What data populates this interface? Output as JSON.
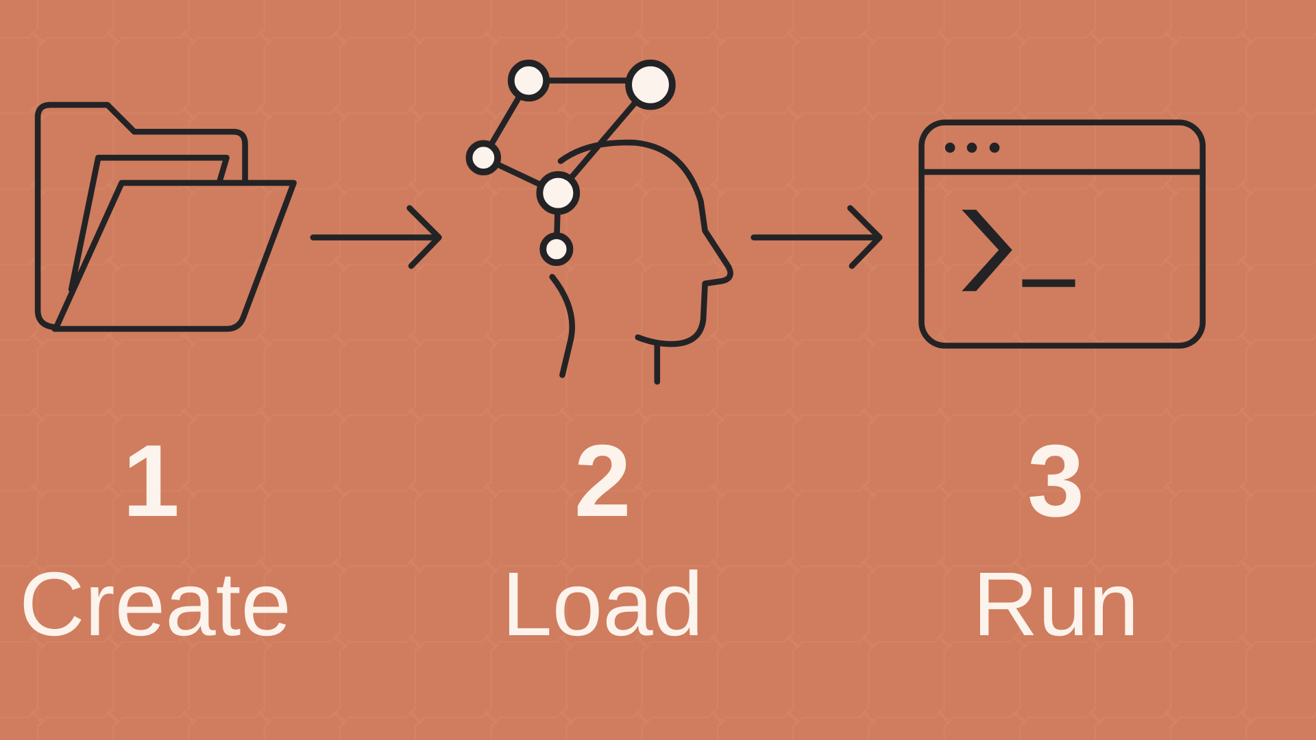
{
  "colors": {
    "background": "#CF7D5E",
    "stroke": "#232326",
    "text": "#FBF3EC"
  },
  "steps": [
    {
      "number": "1",
      "label": "Create",
      "icon": "folder-icon"
    },
    {
      "number": "2",
      "label": "Load",
      "icon": "head-network-icon"
    },
    {
      "number": "3",
      "label": "Run",
      "icon": "terminal-window-icon"
    }
  ]
}
